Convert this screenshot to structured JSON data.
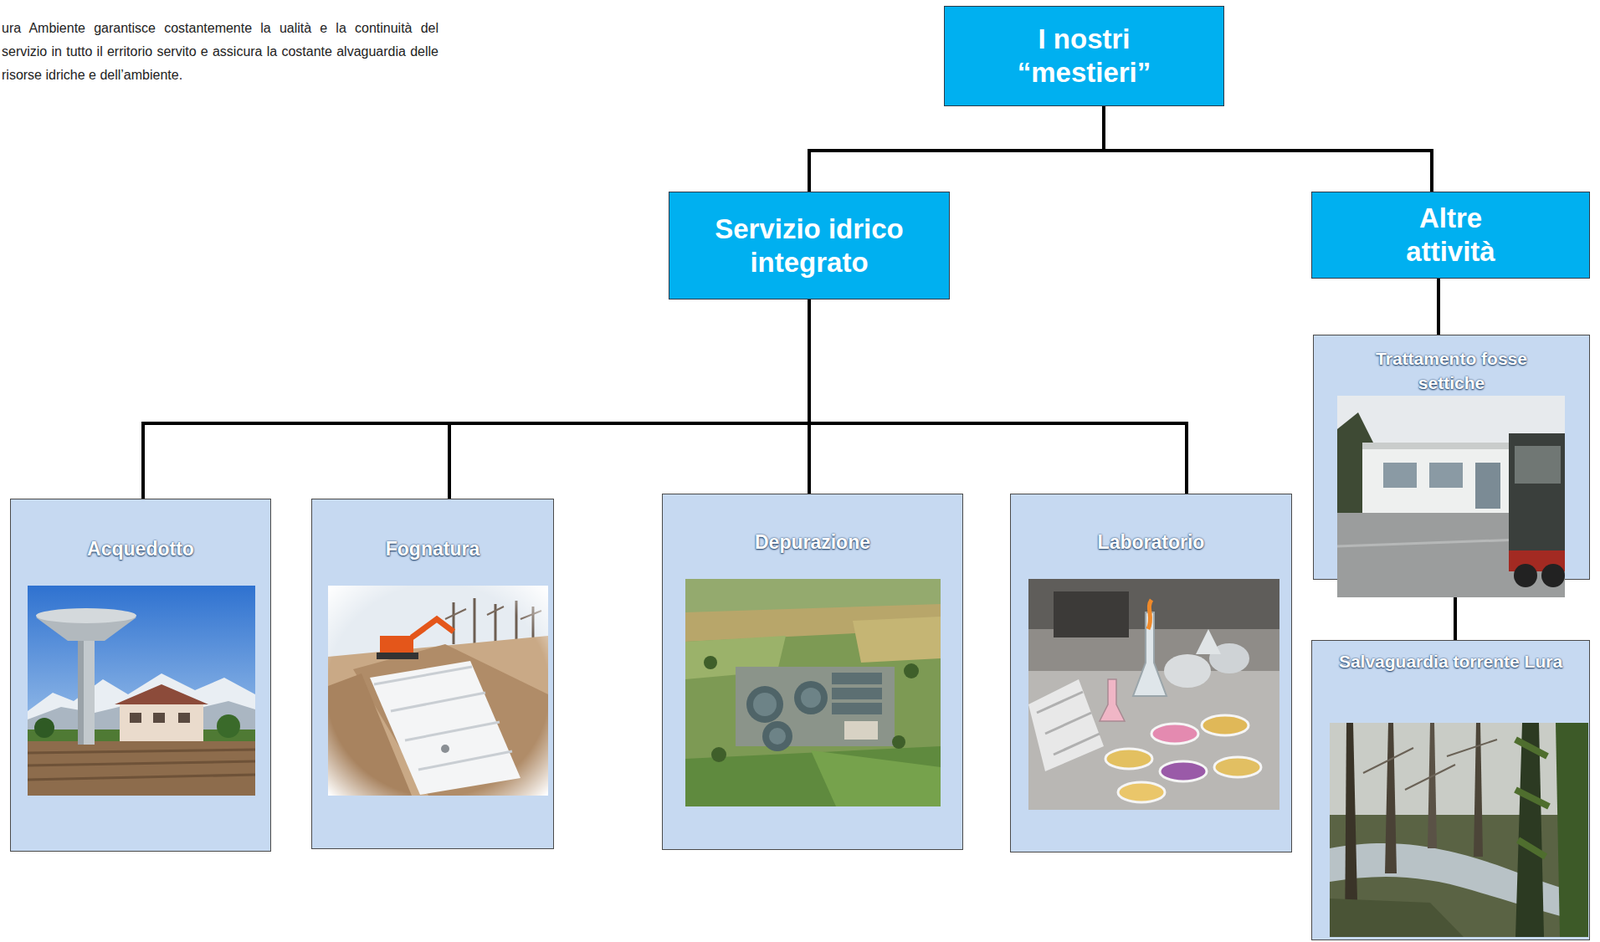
{
  "diagram": {
    "nodes": [
      {
        "text": [
          "I nostri “mestieri”"
        ]
      },
      {
        "text": [
          "Servizio idrico integrato"
        ]
      },
      {
        "text": [
          "Altre attività"
        ]
      },
      {
        "text": [
          "Acquedotto"
        ]
      },
      {
        "text": [
          "Fognatura"
        ]
      },
      {
        "text": [
          "Depurazione"
        ]
      },
      {
        "text": [
          "Laboratorio"
        ]
      },
      {
        "text": [
          "Trattamento fosse settiche"
        ]
      },
      {
        "text": [
          "Salvaguardia torrente Lura"
        ]
      }
    ],
    "edges": [
      {
        "from": 0,
        "to": 1,
        "arrow": "none"
      },
      {
        "from": 0,
        "to": 2,
        "arrow": "none"
      },
      {
        "from": 1,
        "to": 3,
        "arrow": "none"
      },
      {
        "from": 1,
        "to": 4,
        "arrow": "none"
      },
      {
        "from": 1,
        "to": 5,
        "arrow": "none"
      },
      {
        "from": 1,
        "to": 6,
        "arrow": "none"
      },
      {
        "from": 2,
        "to": 7,
        "arrow": "none"
      },
      {
        "from": 7,
        "to": 8,
        "arrow": "none"
      }
    ],
    "labels": [
      "ura Ambiente garantisce costantemente la ualità e la continuità del servizio in tutto il erritorio servito e assicura la costante alvaguardia delle risorse idriche e dell’ambiente."
    ]
  }
}
